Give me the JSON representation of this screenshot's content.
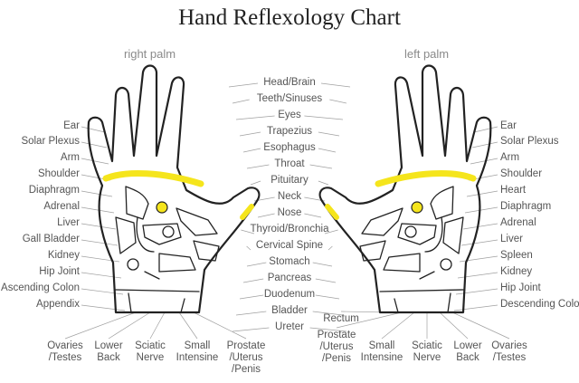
{
  "title": "Hand Reflexology Chart",
  "right_palm_label": "right palm",
  "left_palm_label": "left palm",
  "left_side_labels": [
    "Ear",
    "Solar Plexus",
    "Arm",
    "Shoulder",
    "Diaphragm",
    "Adrenal",
    "Liver",
    "Gall Bladder",
    "Kidney",
    "Hip Joint",
    "Ascending Colon",
    "Appendix"
  ],
  "center_labels": [
    "Head/Brain",
    "Teeth/Sinuses",
    "Eyes",
    "Trapezius",
    "Esophagus",
    "Throat",
    "Pituitary",
    "Neck",
    "Nose",
    "Thyroid/Bronchia",
    "Cervical Spine",
    "Stomach",
    "Pancreas",
    "Duodenum",
    "Bladder",
    "Ureter"
  ],
  "right_side_labels": [
    "Ear",
    "Solar Plexus",
    "Arm",
    "Shoulder",
    "Heart",
    "Diaphragm",
    "Adrenal",
    "Liver",
    "Spleen",
    "Kidney",
    "Hip Joint",
    "Descending Colon"
  ],
  "left_bottom_labels": [
    "Ovaries\n/Testes",
    "Lower\nBack",
    "Sciatic\nNerve",
    "Small\nIntensine",
    "Prostate\n/Uterus\n/Penis"
  ],
  "right_bottom_labels": [
    "Rectum",
    "Prostate\n/Uterus\n/Penis",
    "Small\nIntensine",
    "Sciatic\nNerve",
    "Lower\nBack",
    "Ovaries\n/Testes"
  ],
  "colors": {
    "highlight": "#f5e51c",
    "outline": "#222222",
    "leader": "#9a9a9a",
    "text": "#555555"
  }
}
